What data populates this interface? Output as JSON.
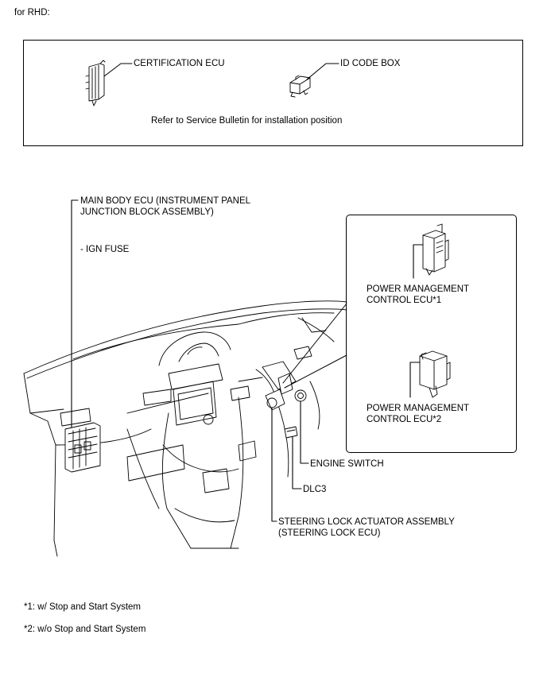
{
  "header": {
    "variant": "for RHD:"
  },
  "top_box": {
    "certification_ecu": "CERTIFICATION ECU",
    "id_code_box": "ID CODE BOX",
    "note": "Refer to Service Bulletin for installation position"
  },
  "labels": {
    "main_body_ecu_line1": "MAIN BODY ECU (INSTRUMENT PANEL",
    "main_body_ecu_line2": "JUNCTION BLOCK ASSEMBLY)",
    "ign_fuse": "- IGN FUSE",
    "pm_ecu1_line1": "POWER MANAGEMENT",
    "pm_ecu1_line2": "CONTROL ECU*1",
    "pm_ecu2_line1": "POWER MANAGEMENT",
    "pm_ecu2_line2": "CONTROL ECU*2",
    "engine_switch": "ENGINE SWITCH",
    "dlc3": "DLC3",
    "steering_lock_line1": "STEERING LOCK ACTUATOR ASSEMBLY",
    "steering_lock_line2": "(STEERING LOCK ECU)"
  },
  "footnotes": {
    "note1": "*1: w/ Stop and Start System",
    "note2": "*2: w/o Stop and Start System"
  }
}
